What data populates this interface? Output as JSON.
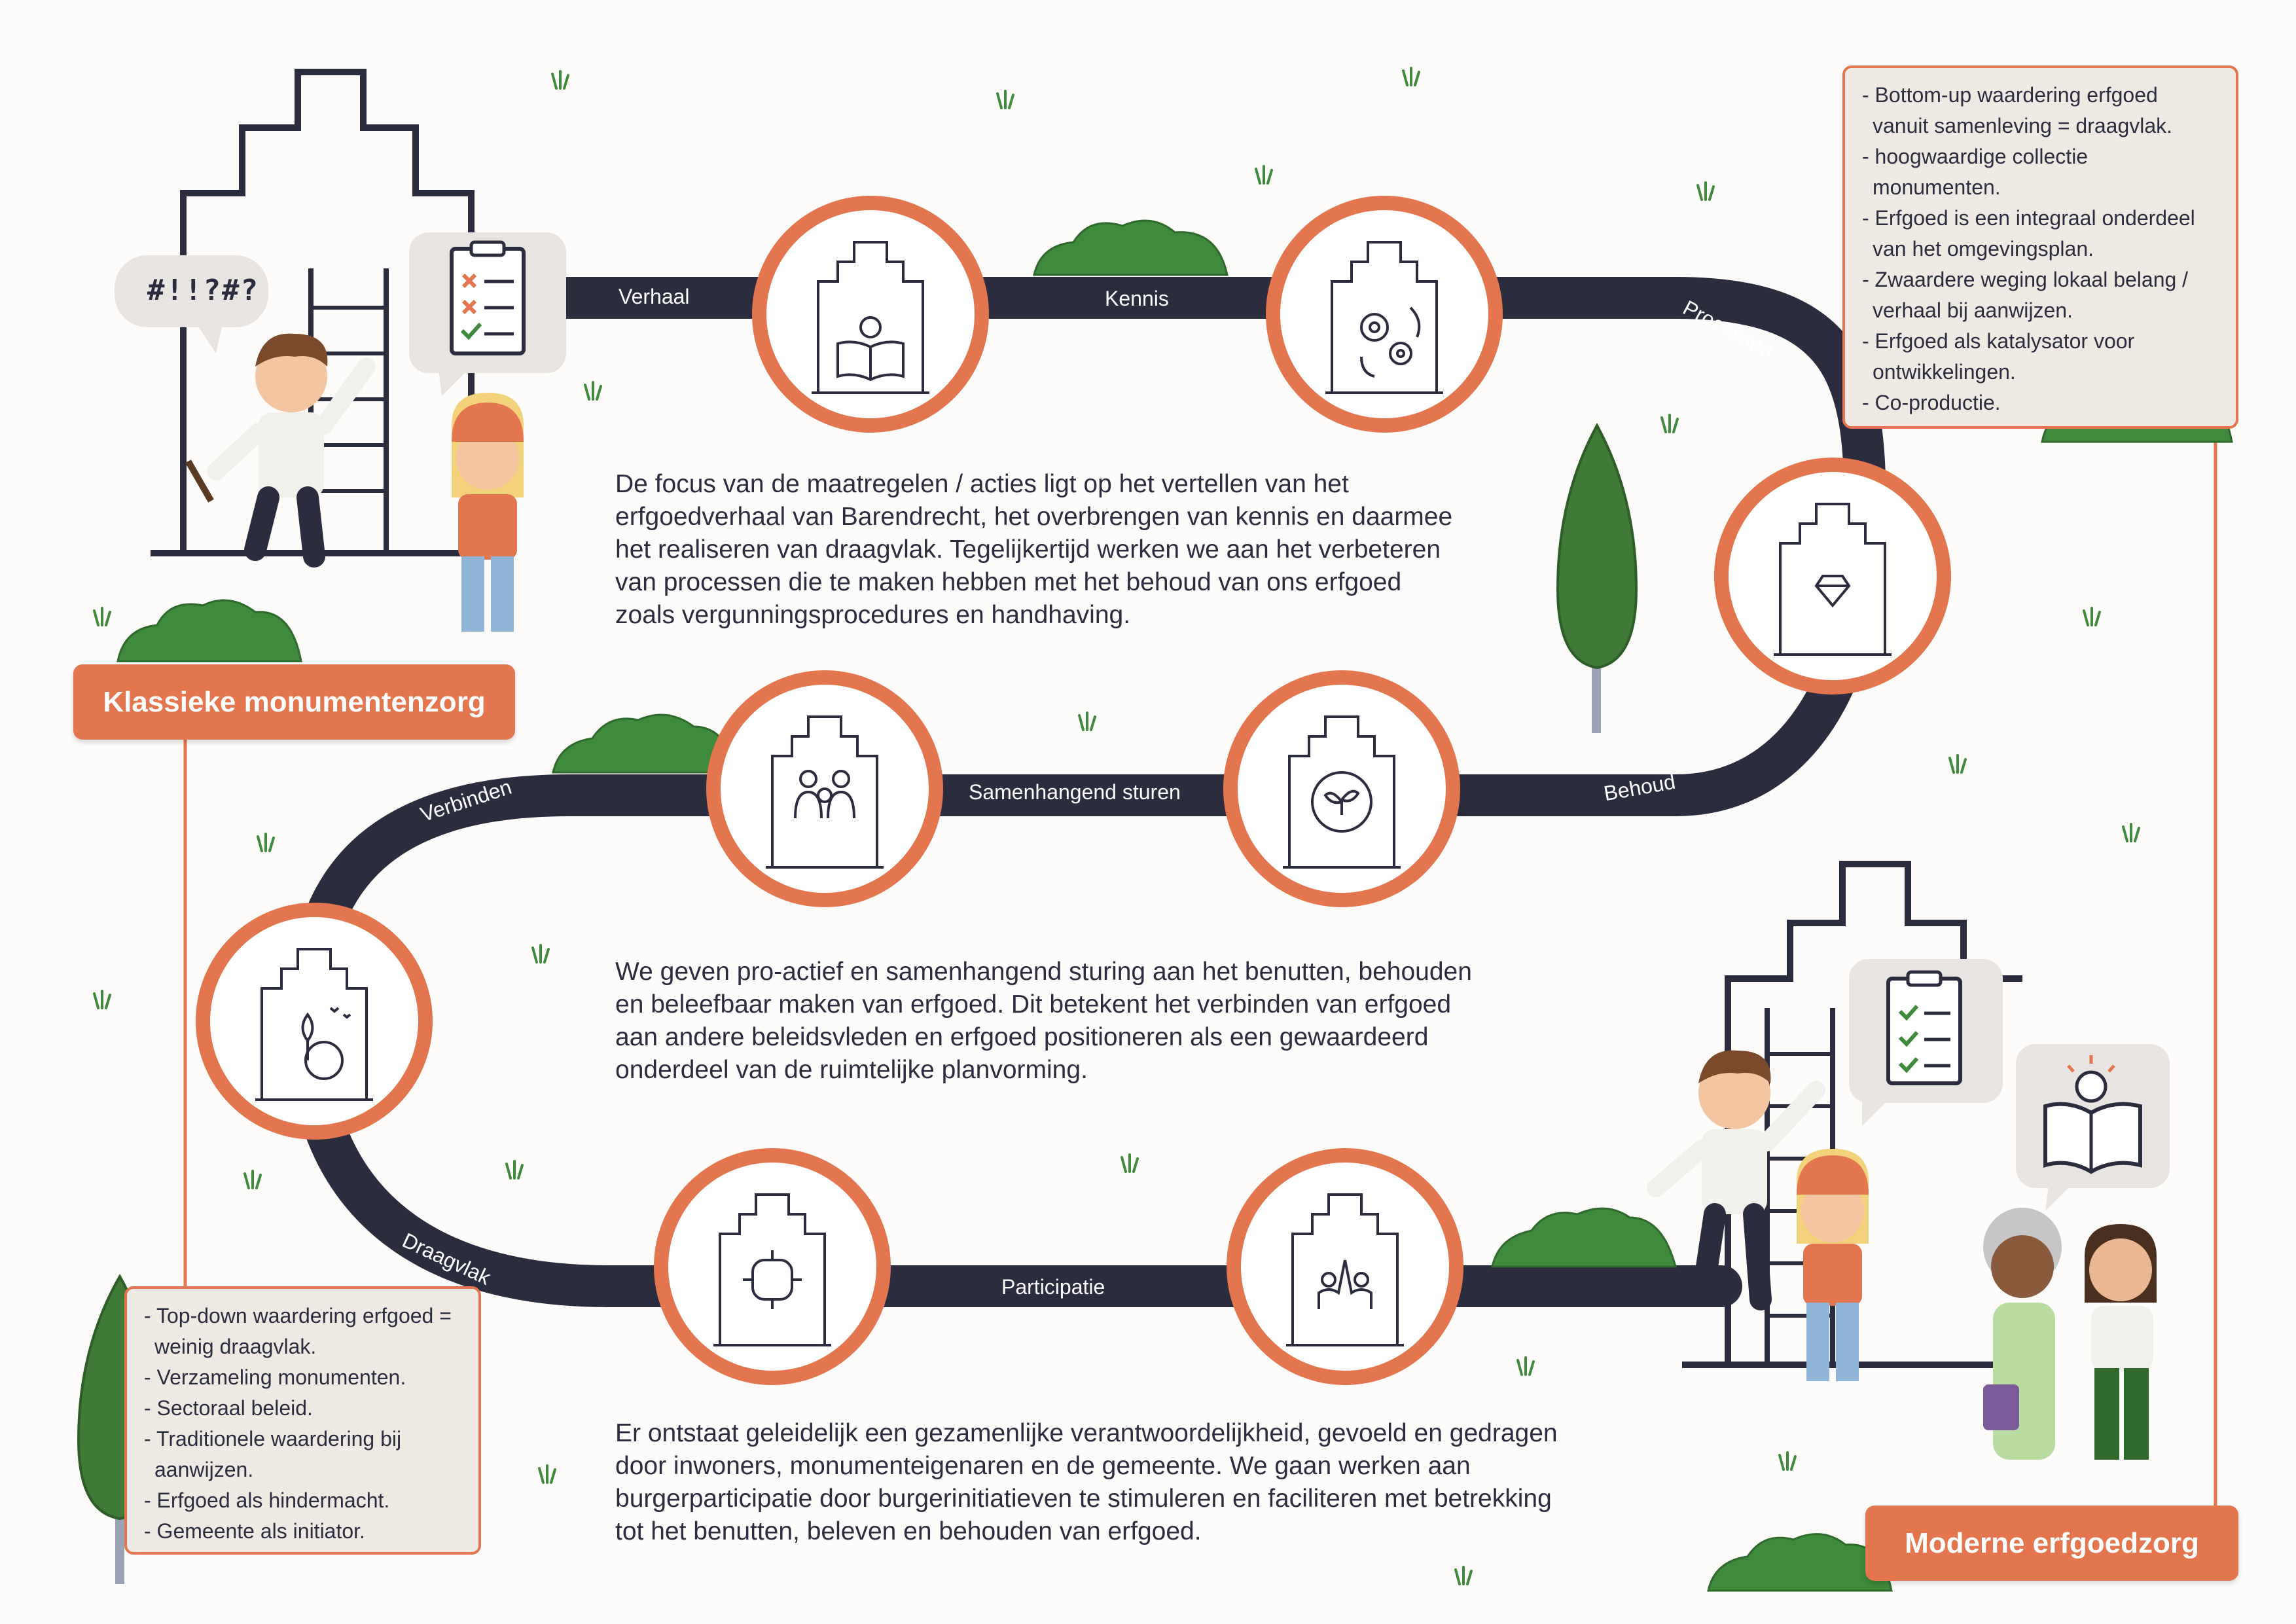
{
  "colors": {
    "accent": "#e4764f",
    "road": "#2b2d3f",
    "bush": "#3f8a3c",
    "box_bg": "#efe9e4",
    "bubble_bg": "#e8e4e1"
  },
  "badges": {
    "classic": "Klassieke monumentenzorg",
    "modern": "Moderne erfgoedzorg"
  },
  "speech": {
    "angry": "#!!?#?"
  },
  "road_labels": {
    "verhaal": "Verhaal",
    "kennis": "Kennis",
    "processen": "Processen",
    "behoud": "Behoud",
    "samenhangend": "Samenhangend sturen",
    "verbinden": "Verbinden",
    "draagvlak": "Draagvlak",
    "participatie": "Participatie"
  },
  "paragraphs": {
    "p1": [
      "De focus van de maatregelen / acties ligt op het vertellen van het",
      "erfgoedverhaal van Barendrecht, het overbrengen van kennis en daarmee",
      "het realiseren van draagvlak. Tegelijkertijd werken we aan het verbeteren",
      "van processen die te maken hebben met het behoud van ons erfgoed",
      "zoals vergunningsprocedures en handhaving."
    ],
    "p2": [
      "We geven pro-actief en samenhangend sturing aan het benutten, behouden",
      "en beleefbaar maken van erfgoed. Dit betekent het verbinden van erfgoed",
      "aan andere beleidsvleden en erfgoed positioneren als een gewaardeerd",
      "onderdeel van de ruimtelijke planvorming."
    ],
    "p3": [
      "Er ontstaat geleidelijk een gezamenlijke verantwoordelijkheid, gevoeld en gedragen",
      "door inwoners, monumenteigenaren en de gemeente. We gaan werken aan",
      "burgerparticipatie door burgerinitiatieven te stimuleren en faciliteren met betrekking",
      "tot het benutten, beleven en behouden van erfgoed."
    ]
  },
  "modern_box": {
    "items": [
      "Bottom-up waardering erfgoed vanuit samenleving = draagvlak.",
      "hoogwaardige collectie monumenten.",
      "Erfgoed is een integraal onderdeel van het omgevingsplan.",
      "Zwaardere weging lokaal belang / verhaal bij aanwijzen.",
      "Erfgoed als katalysator voor ontwikkelingen.",
      "Co-productie."
    ]
  },
  "classic_box": {
    "items": [
      "Top-down waardering erfgoed = weinig draagvlak.",
      "Verzameling monumenten.",
      "Sectoraal beleid.",
      "Traditionele waardering bij aanwijzen.",
      "Erfgoed als hindermacht.",
      "Gemeente als initiator."
    ]
  },
  "icons": {
    "stations": [
      "book-lightbulb-icon",
      "gears-icon",
      "diamond-icon",
      "plant-cycle-icon",
      "people-group-icon",
      "nature-globe-icon",
      "hands-circle-icon",
      "high-five-icon"
    ]
  }
}
